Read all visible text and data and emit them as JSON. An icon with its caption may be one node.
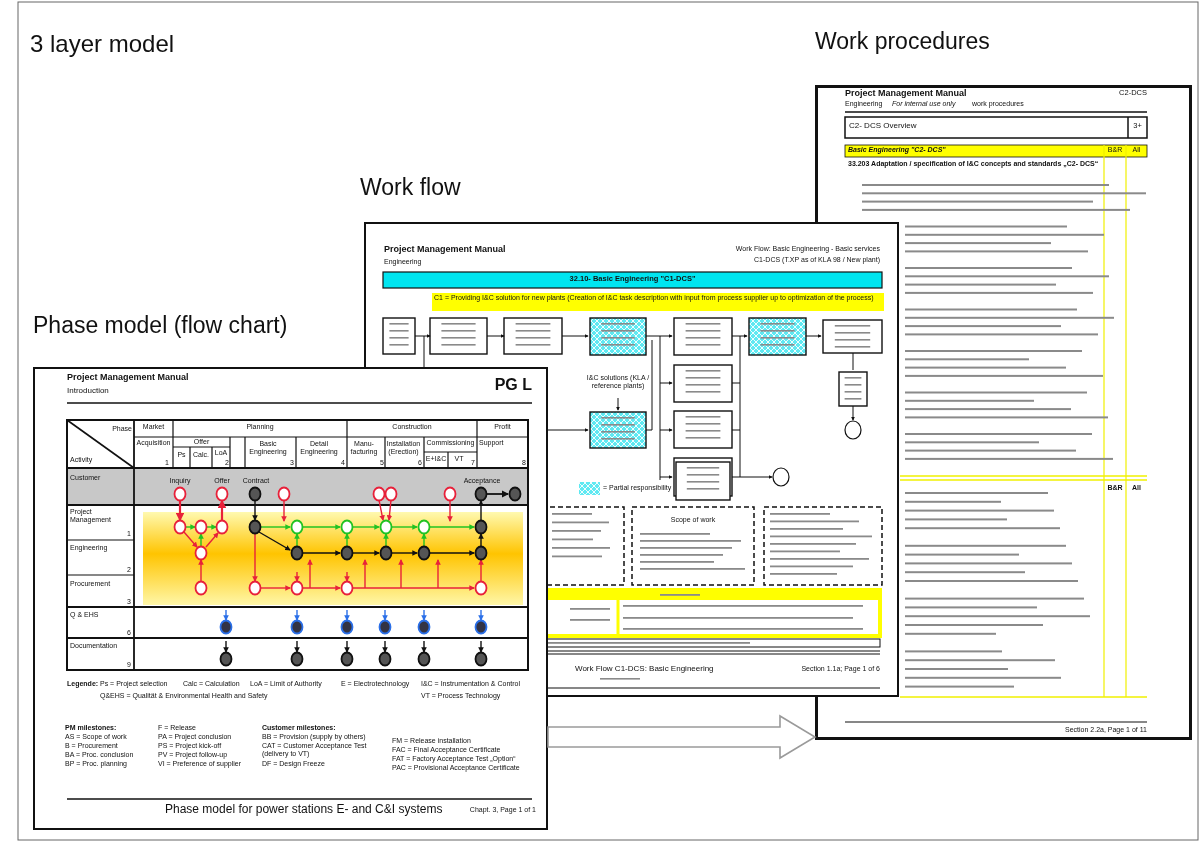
{
  "diagram": {
    "title": "3 layer model",
    "nodes": [
      {
        "text": [
          "Work procedures"
        ]
      },
      {
        "text": [
          "Work flow"
        ]
      },
      {
        "text": [
          "Phase model (flow chart)"
        ]
      }
    ],
    "edges": [
      {
        "from": 2,
        "to": 0,
        "arrow": "to"
      }
    ],
    "labels": [
      "Project Management Manual",
      "C2-DCS",
      "Engineering",
      "For internal use only",
      "work procedures",
      "C2- DCS  Overview",
      "3+",
      "Basic Engineering \"C2- DCS\"",
      "B&R",
      "All",
      "33.203 Adaptation / specification of I&C concepts and standards „C2- DCS“",
      "B&R",
      "All",
      "Section 2.2a, Page 1 of 11",
      "Project Management Manual",
      "Engineering",
      "Work Flow: Basic Engineering - Basic services",
      "C1-DCS (T.XP as of KLA 98 / New plant)",
      "32.10- Basic Engineering \"C1-DCS\"",
      "C1 = Providing I&C solution for new plants (Creation of I&C task description with input from process supplier up to optimization of the process)",
      "= Partial responsibility",
      "Work Flow C1-DCS: Basic Engineering",
      "Section 1.1a; Page 1 of 6",
      "Scope of work",
      "I&C solutions (KLA / reference plants)",
      "Project Management Manual",
      "Introduction",
      "PG L",
      "Phase",
      "Activity",
      "Market",
      "Planning",
      "Construction",
      "Profit",
      "Acquisition",
      "1",
      "Offer",
      "Ps",
      "Calc.",
      "LoA",
      "2",
      "Basic Engineering",
      "3",
      "Detail Engineering",
      "4",
      "Manu- facturing",
      "5",
      "Installation (Erection)",
      "6",
      "Commissioning",
      "E+I&C",
      "VT",
      "7",
      "Support",
      "8",
      "Customer",
      "Inquiry",
      "Offer",
      "Contract",
      "Acceptance",
      "Project Management",
      "1",
      "Engineering",
      "2",
      "Procurement",
      "3",
      "Q & EHS",
      "6",
      "Documentation",
      "9",
      "Legende:",
      "Ps = Project selection",
      "Calc = Calculation",
      "LoA = Limit of Authority",
      "E = Electrotechnology",
      "I&C = Instrumentation & Control",
      "Q&EHS = Qualität & Environmental Health and Safety",
      "VT = Process Technology",
      "PM milestones:",
      "AS = Scope of work",
      "B = Procurement",
      "BA = Proc. conclusion",
      "BP = Proc. planning",
      "F = Release",
      "PA = Project conclusion",
      "PS = Project kick-off",
      "PV = Project follow-up",
      "VI = Preference of supplier",
      "Customer milestones:",
      "BB = Provision (supply by others)",
      "CAT = Customer Acceptance Test (delivery to VT)",
      "DF = Design Freeze",
      "FM = Release installation",
      "FAC = Final Acceptance Certificate",
      "FAT = Factory Acceptance Test „Option“",
      "PAC = Provisional Acceptance Certificate",
      "Phase model for power stations E- and C&I systems",
      "Chapt. 3, Page 1 of 1"
    ]
  }
}
